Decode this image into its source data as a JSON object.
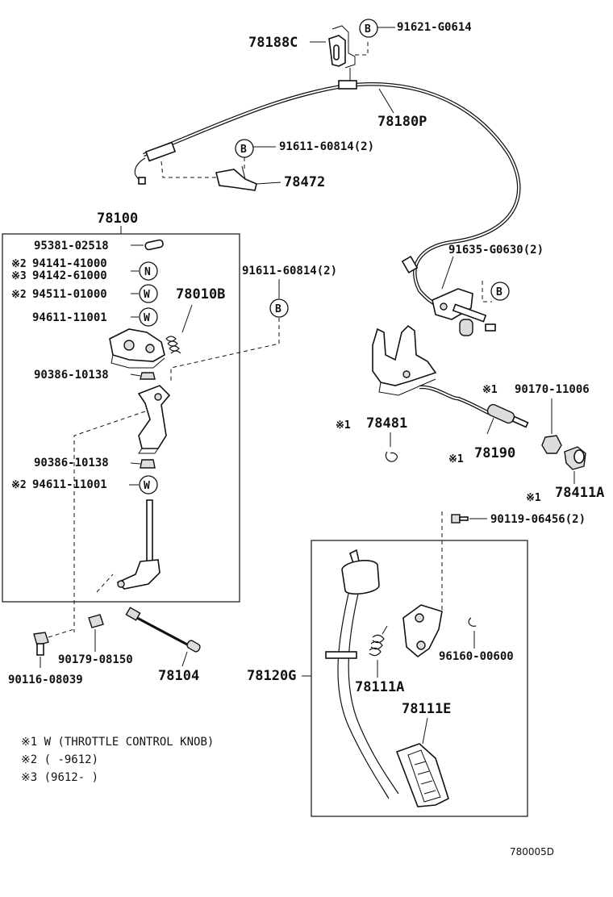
{
  "parts": {
    "p78188C": "78188C",
    "p91621_G0614": "91621-G0614",
    "p78180P": "78180P",
    "p91611_60814_top": "91611-60814(2)",
    "p78472": "78472",
    "p78100": "78100",
    "p95381_02518": "95381-02518",
    "p94141_41000": "94141-41000",
    "p94142_61000": "94142-61000",
    "p94511_01000": "94511-01000",
    "p78010B": "78010B",
    "p94611_11001_a": "94611-11001",
    "p90386_10138_a": "90386-10138",
    "p90386_10138_b": "90386-10138",
    "p94611_11001_b": "94611-11001",
    "p91611_60814_mid": "91611-60814(2)",
    "p91635_G0630": "91635-G0630(2)",
    "p90170_11006": "90170-11006",
    "p78481": "78481",
    "p78190": "78190",
    "p78411A": "78411A",
    "p90119_06456": "90119-06456(2)",
    "p90179_08150": "90179-08150",
    "p90116_08039": "90116-08039",
    "p78104": "78104",
    "p78120G": "78120G",
    "p78111A": "78111A",
    "p78111E": "78111E",
    "p96160_00600": "96160-00600"
  },
  "markers": {
    "B": "B",
    "N": "N",
    "W": "W"
  },
  "symbols": {
    "s1": "※1",
    "s2": "※2",
    "s3": "※3"
  },
  "notes": {
    "n1": "※1 W  (THROTTLE CONTROL KNOB)",
    "n2": "※2 (     -9612)",
    "n3": "※3 (9612-     )"
  },
  "figure_code": "780005D"
}
